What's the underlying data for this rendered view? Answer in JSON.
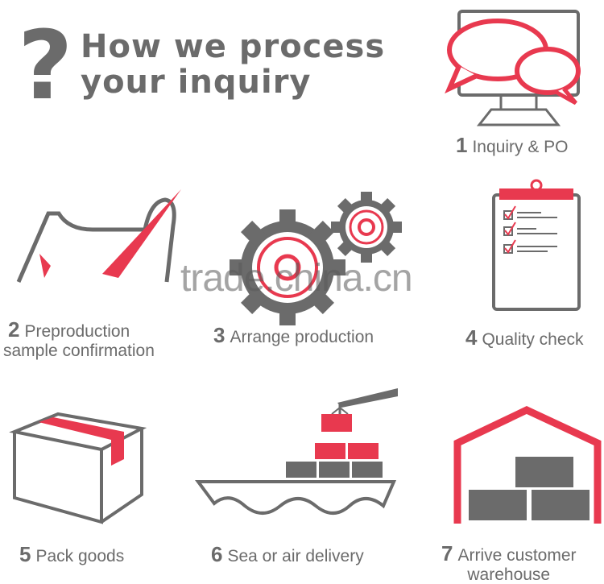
{
  "header": {
    "icon": "question-mark-icon",
    "symbol": "?",
    "title_line1": "How we process",
    "title_line2": "your inquiry"
  },
  "steps": [
    {
      "number": "1",
      "label": "Inquiry & PO",
      "icon": "monitor-chat-icon"
    },
    {
      "number": "2",
      "label_line1": "Preproduction",
      "label_line2": "sample confirmation",
      "icon": "sample-sign-icon"
    },
    {
      "number": "3",
      "label": "Arrange production",
      "icon": "gears-icon"
    },
    {
      "number": "4",
      "label": "Quality check",
      "icon": "clipboard-checklist-icon"
    },
    {
      "number": "5",
      "label": "Pack goods",
      "icon": "box-icon"
    },
    {
      "number": "6",
      "label": "Sea or air delivery",
      "icon": "cargo-ship-icon"
    },
    {
      "number": "7",
      "label_line1": "Arrive customer",
      "label_line2": "warehouse",
      "icon": "warehouse-icon"
    }
  ],
  "watermark": "trade.china.cn",
  "colors": {
    "gray": "#6b6b6b",
    "red": "#e8394f"
  }
}
